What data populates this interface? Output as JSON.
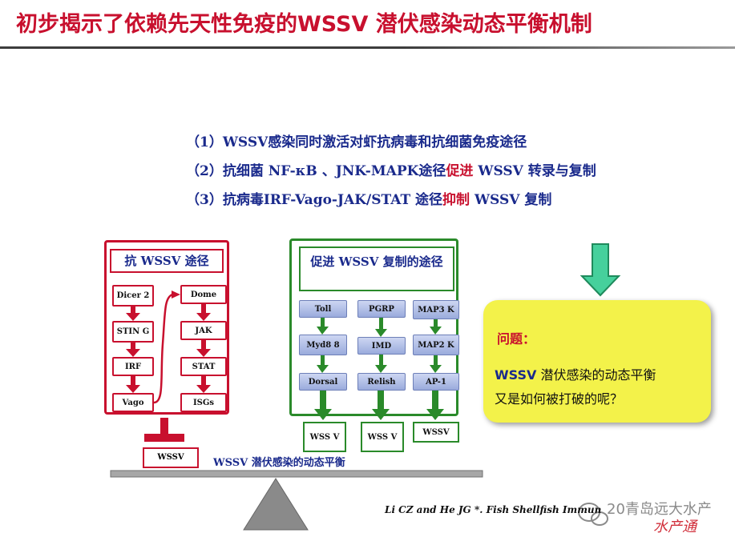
{
  "title": "初步揭示了依赖先天性免疫的WSSV 潜伏感染动态平衡机制",
  "bullets": [
    {
      "prefix": "（1）",
      "parts": [
        "WSSV感染同时激活对虾抗病毒和抗细菌免疫途径"
      ]
    },
    {
      "prefix": "（2）",
      "parts": [
        "抗细菌 NF-κB 、JNK-MAPK途径",
        "促进",
        " WSSV 转录与复制"
      ]
    },
    {
      "prefix": "（3）",
      "parts": [
        "抗病毒IRF-Vago-JAK/STAT 途径",
        "抑制",
        " WSSV 复制"
      ]
    }
  ],
  "anti_pathway": {
    "title": "抗 WSSV 途径",
    "left_chain": [
      "Dicer 2",
      "STIN G",
      "IRF",
      "Vago"
    ],
    "right_chain": [
      "Dome",
      "JAK",
      "STAT",
      "ISGs"
    ]
  },
  "pro_pathway": {
    "title": "促进 WSSV 复制的途径",
    "columns": [
      {
        "nodes": [
          "Toll",
          "Myd8 8",
          "Dorsal"
        ],
        "output": "WSS V"
      },
      {
        "nodes": [
          "PGRP",
          "IMD",
          "Relish"
        ],
        "output": "WSS V"
      },
      {
        "nodes": [
          "MAP3 K",
          "MAP2 K",
          "AP-1"
        ],
        "output": "WSSV"
      }
    ]
  },
  "question": {
    "label": "问题：",
    "line1_bold": "WSSV",
    "line1_rest": " 潜伏感染的动态平衡",
    "line2": "又是如何被打破的呢？"
  },
  "balance": {
    "box_label": "WSSV",
    "caption": "WSSV 潜伏感染的动态平衡"
  },
  "citation": "Li CZ and He JG *. Fish Shellfish Immun",
  "watermark": {
    "line1": "20青岛远大水产",
    "line2": "水产通"
  },
  "colors": {
    "title_red": "#c8102e",
    "text_blue": "#1a2a8c",
    "green": "#2a8a2a",
    "question_yellow": "#f3f24a"
  }
}
